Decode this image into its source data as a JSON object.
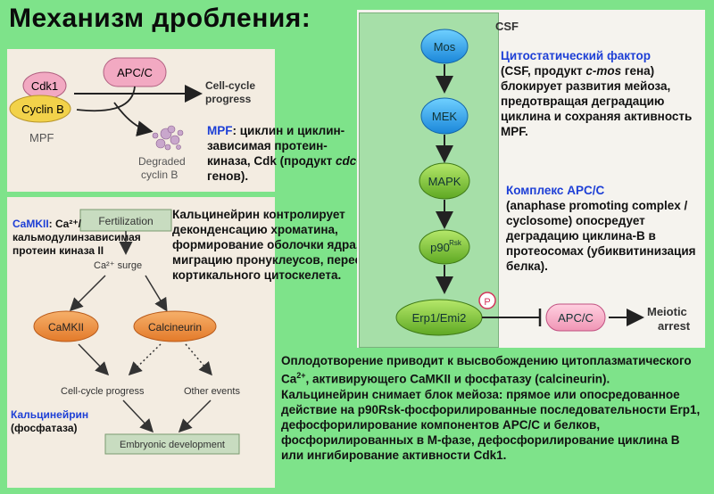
{
  "title": "Механизм дробления:",
  "mpf_panel": {
    "cdk1": "Cdk1",
    "apcc": "APC/C",
    "cyclin_b": "Cyclin B",
    "mpf": "MPF",
    "cell_cycle_1": "Cell-cycle",
    "cell_cycle_2": "progress",
    "degraded_1": "Degraded",
    "degraded_2": "cyclin B"
  },
  "mpf_note": {
    "lead": "MPF",
    "body": ": циклин и циклин-зависимая протеин-киназа, Cdk (продукт ",
    "italic": "cdc",
    "tail": "-генов)."
  },
  "ca_panel": {
    "fertilization": "Fertilization",
    "ca_surge": "Ca²⁺ surge",
    "camkii": "CaMKII",
    "calcineurin": "Calcineurin",
    "cell_cycle_progress": "Cell-cycle progress",
    "other_events": "Other events",
    "embryonic": "Embryonic development"
  },
  "camk_note": {
    "lead": "CaMKII",
    "body": ": Ca²⁺/кальмодулинзависимая протеин киназа II"
  },
  "calcineurin_note": {
    "lead": "Кальцинейрин",
    "body": "(фосфатаза)"
  },
  "calcineurin_text": "Кальцинейрин контролирует деконденсацию хроматина, формирование оболочки ядра, миграцию пронуклеусов, перестройку кортикального цитоскелета.",
  "csf_panel": {
    "label": "CSF",
    "mos": "Mos",
    "mek": "MEK",
    "mapk": "MAPK",
    "p90": "p90",
    "p90_sup": "Rsk",
    "erp1": "Erp1/Emi2",
    "p": "P",
    "apcc": "APC/C",
    "meiotic_1": "Meiotic",
    "meiotic_2": "arrest"
  },
  "csf_note": {
    "lead": "Цитостатический фактор",
    "body_1": "(CSF, продукт ",
    "italic": "c-mos",
    "body_2": " гена) блокирует развития мейоза, предотвращая деградацию циклина и сохраняя активность MPF."
  },
  "apc_note": {
    "lead": "Комплекс APC/C",
    "body": "(anaphase promoting complex / cyclosome) опосредует деградацию циклина-В в протеосомах (убиквитинизация белка)."
  },
  "bottom_text": {
    "part1": "Оплодотворение приводит к высвобождению цитоплазматического Ca",
    "sup": "2+",
    "part2": ", активирующего CaMKII и фосфатазу (calcineurin). Кальцинейрин снимает блок мейоза: прямое или опосредованное действие на p90Rsk-фосфорилированные последовательности Erp1, дефосфорилирование компонентов APC/C и белков, фосфорилированных в M-фазе, дефосфорилирование циклина B или ингибирование активности Cdk1."
  }
}
